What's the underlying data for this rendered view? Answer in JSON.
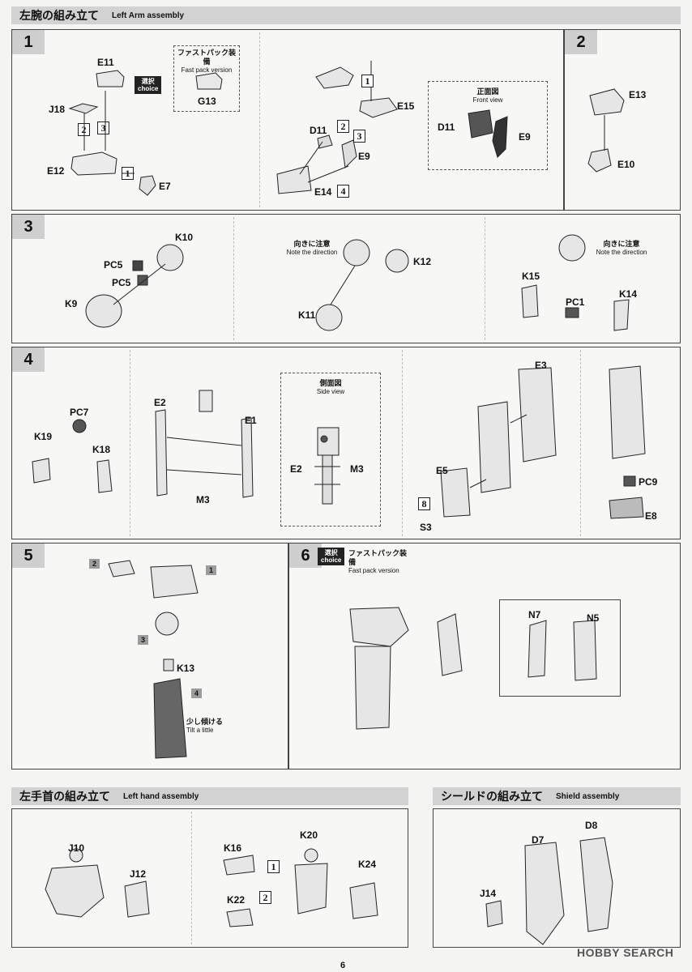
{
  "sections": {
    "left_arm": {
      "jp": "左腕の組み立て",
      "en": "Left Arm assembly"
    },
    "left_hand": {
      "jp": "左手首の組み立て",
      "en": "Left hand assembly"
    },
    "shield": {
      "jp": "シールドの組み立て",
      "en": "Shield assembly"
    }
  },
  "steps": [
    "1",
    "2",
    "3",
    "4",
    "5",
    "6"
  ],
  "choice": {
    "jp": "選択",
    "en": "choice"
  },
  "notes": {
    "fastpack_jp": "ファストパック装備",
    "fastpack_en": "Fast pack version",
    "front_jp": "正面図",
    "front_en": "Front view",
    "dir_jp": "向きに注意",
    "dir_en": "Note the direction",
    "side_jp": "側面図",
    "side_en": "Side view",
    "tilt_jp": "少し傾ける",
    "tilt_en": "Tilt a little"
  },
  "seq": [
    "1",
    "2",
    "3",
    "4",
    "8"
  ],
  "parts": {
    "E11": "E11",
    "J18": "J18",
    "E12": "E12",
    "E7": "E7",
    "G13": "G13",
    "E15": "E15",
    "D11": "D11",
    "E9": "E9",
    "E14": "E14",
    "E13": "E13",
    "E10": "E10",
    "K10": "K10",
    "PC5": "PC5",
    "K9": "K9",
    "K11": "K11",
    "K12": "K12",
    "K15": "K15",
    "K14": "K14",
    "PC1": "PC1",
    "PC7": "PC7",
    "K19": "K19",
    "K18": "K18",
    "E2": "E2",
    "E1": "E1",
    "M3": "M3",
    "E3": "E3",
    "E5": "E5",
    "S3": "S3",
    "PC9": "PC9",
    "E8": "E8",
    "K13": "K13",
    "N7": "N7",
    "N5": "N5",
    "J10": "J10",
    "J12": "J12",
    "K16": "K16",
    "K20": "K20",
    "K24": "K24",
    "K22": "K22",
    "D8": "D8",
    "D7": "D7",
    "J14": "J14"
  },
  "page_number": "6",
  "watermark": "HOBBY SEARCH"
}
